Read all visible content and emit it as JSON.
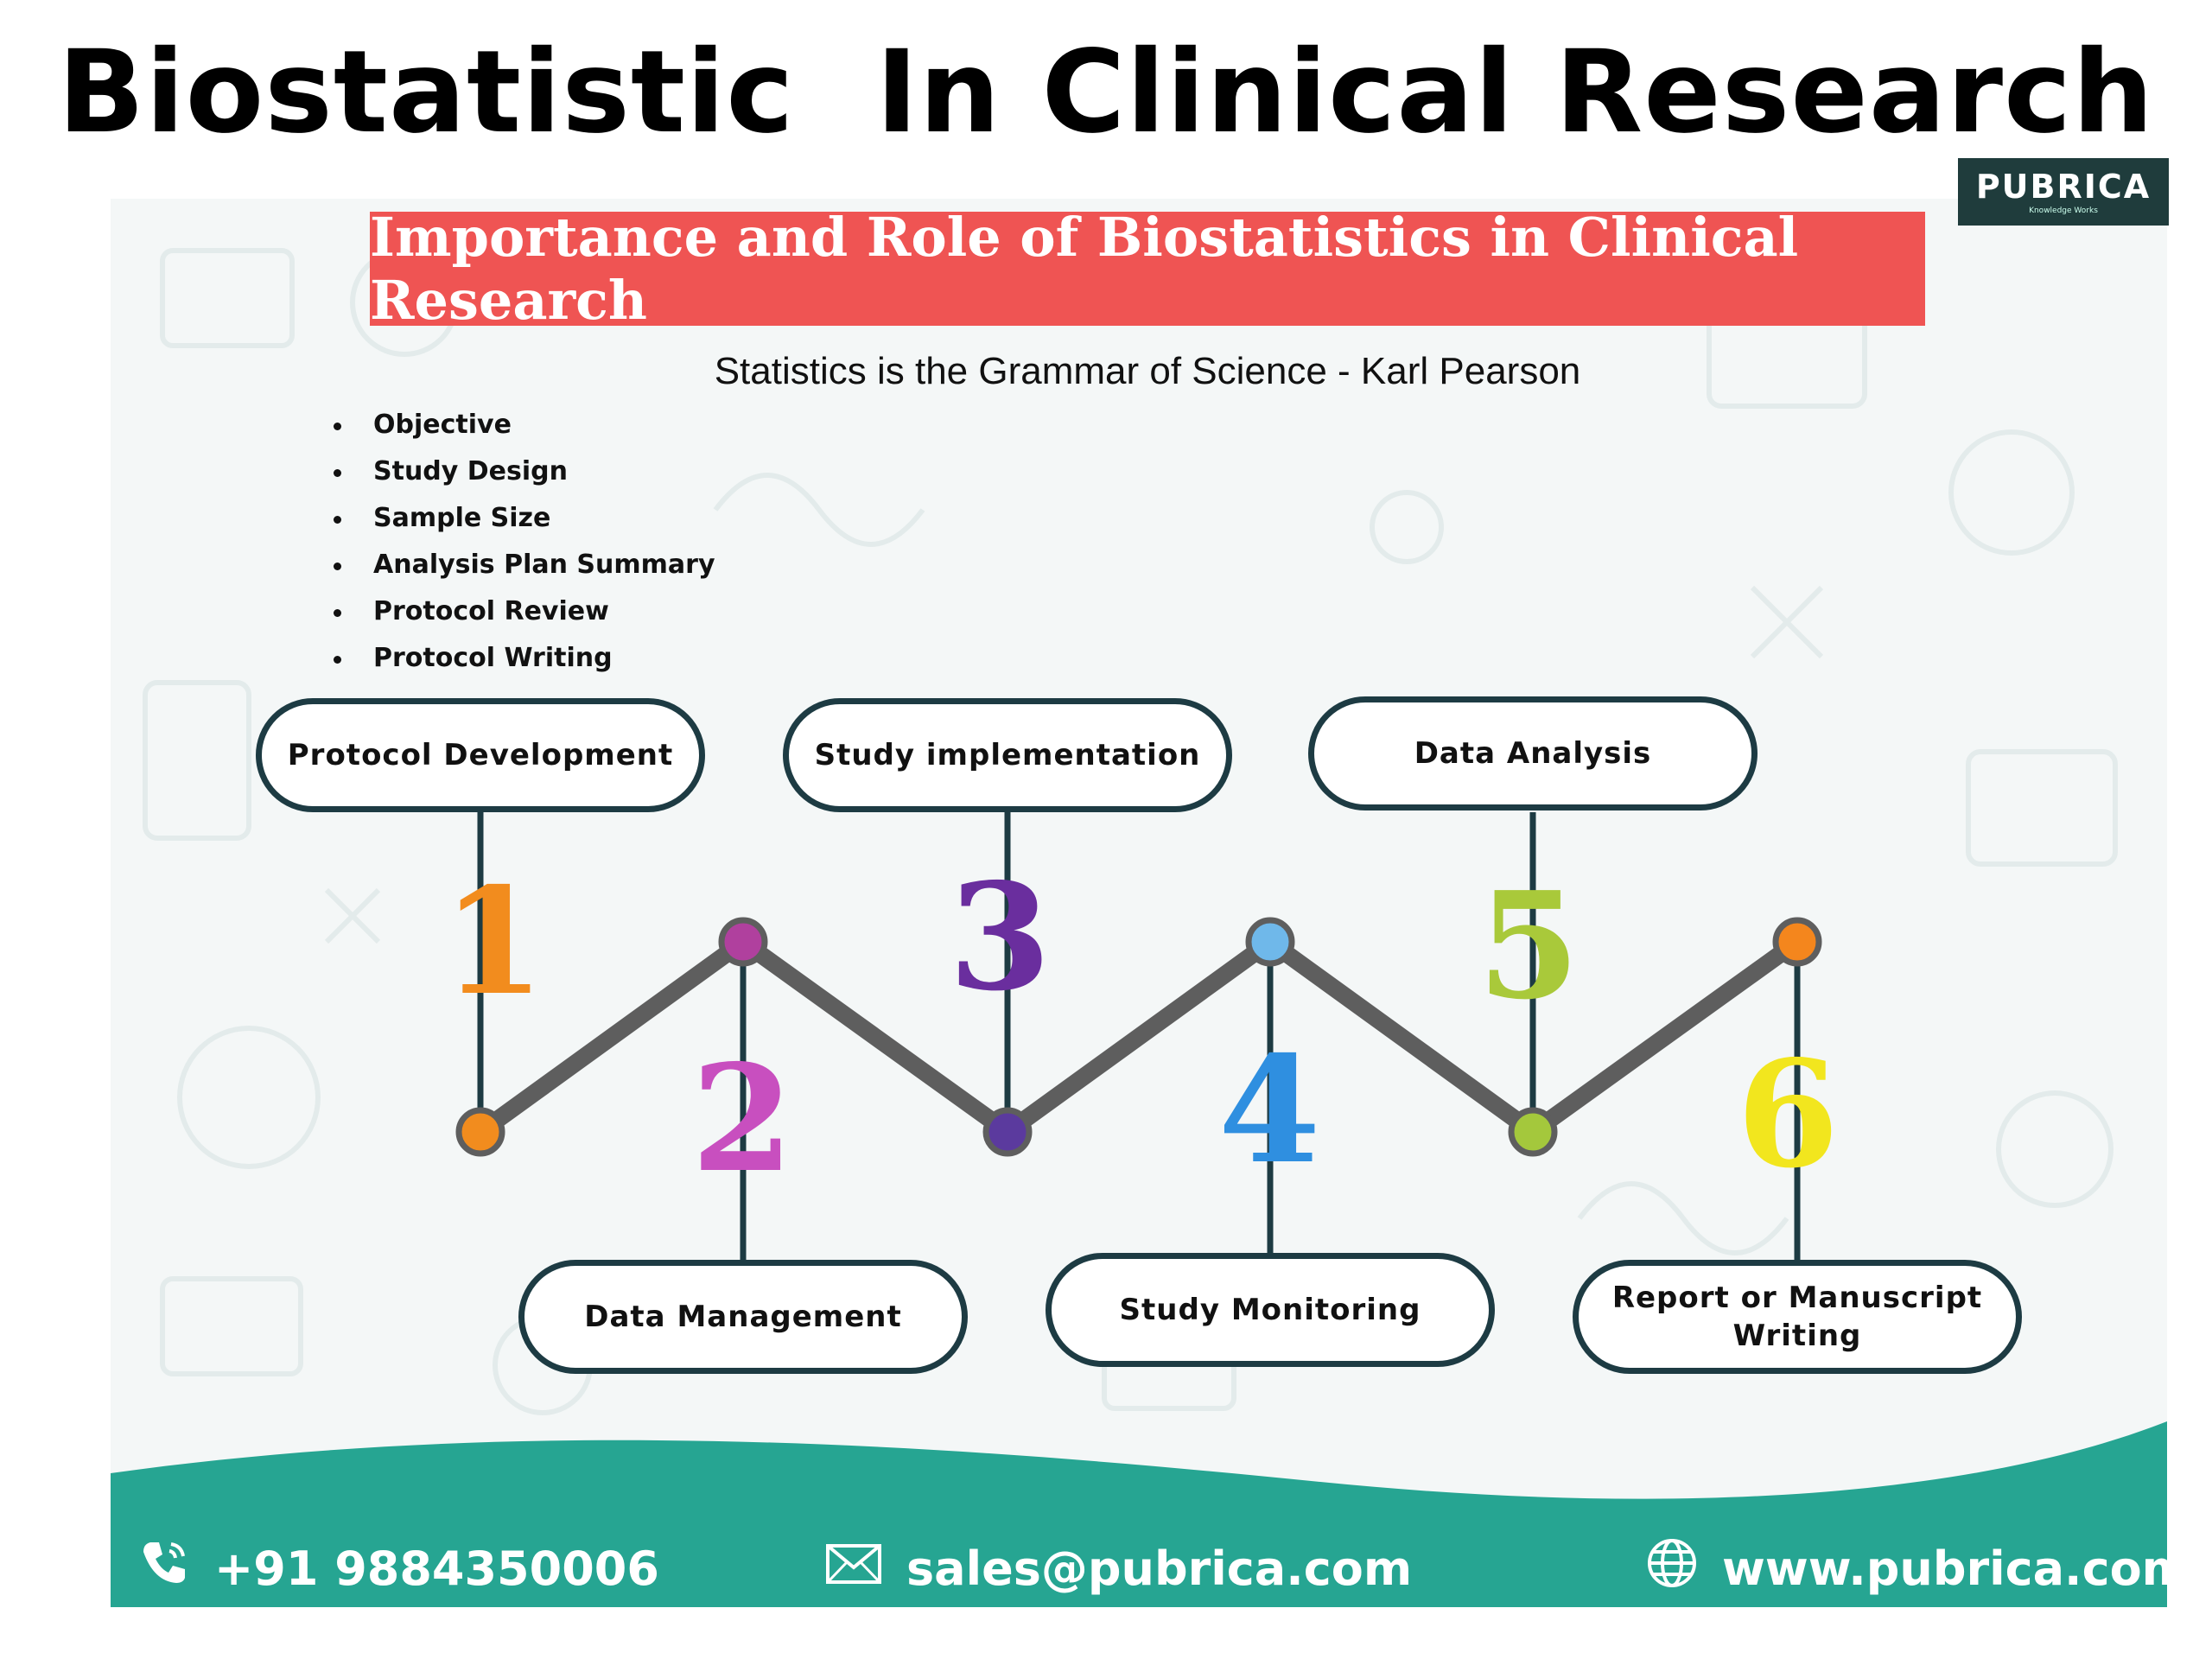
{
  "title": "Biostatistic  In Clinical Research",
  "logo": {
    "name": "PUBRICA",
    "tagline": "Knowledge Works"
  },
  "banner": "Importance and Role of Biostatistics in Clinical Research",
  "quote": "Statistics is the Grammar of Science - Karl Pearson",
  "bullets": [
    "Objective",
    "Study Design",
    "Sample Size",
    "Analysis Plan Summary",
    "Protocol Review",
    "Protocol Writing"
  ],
  "stages": {
    "s1": {
      "label": "Protocol Development",
      "number": "1",
      "color": "#f28c1e"
    },
    "s2": {
      "label": "Data Management",
      "number": "2",
      "color": "#c84fbf"
    },
    "s3": {
      "label": "Study implementation",
      "number": "3",
      "color": "#6a2e9e"
    },
    "s4": {
      "label": "Study Monitoring",
      "number": "4",
      "color": "#2f8fe0"
    },
    "s5": {
      "label": "Data Analysis",
      "number": "5",
      "color": "#a9c93a"
    },
    "s6": {
      "label": "Report or Manuscript Writing",
      "number": "6",
      "color": "#f2e61e"
    }
  },
  "node_colors": [
    "#f28c1e",
    "#b0409e",
    "#5b3a9e",
    "#6fb8ea",
    "#a4c83c",
    "#f4861d"
  ],
  "footer": {
    "phone": "+91 9884350006",
    "email": "sales@pubrica.com",
    "website": "www.pubrica.com",
    "band_color": "#26a592"
  }
}
